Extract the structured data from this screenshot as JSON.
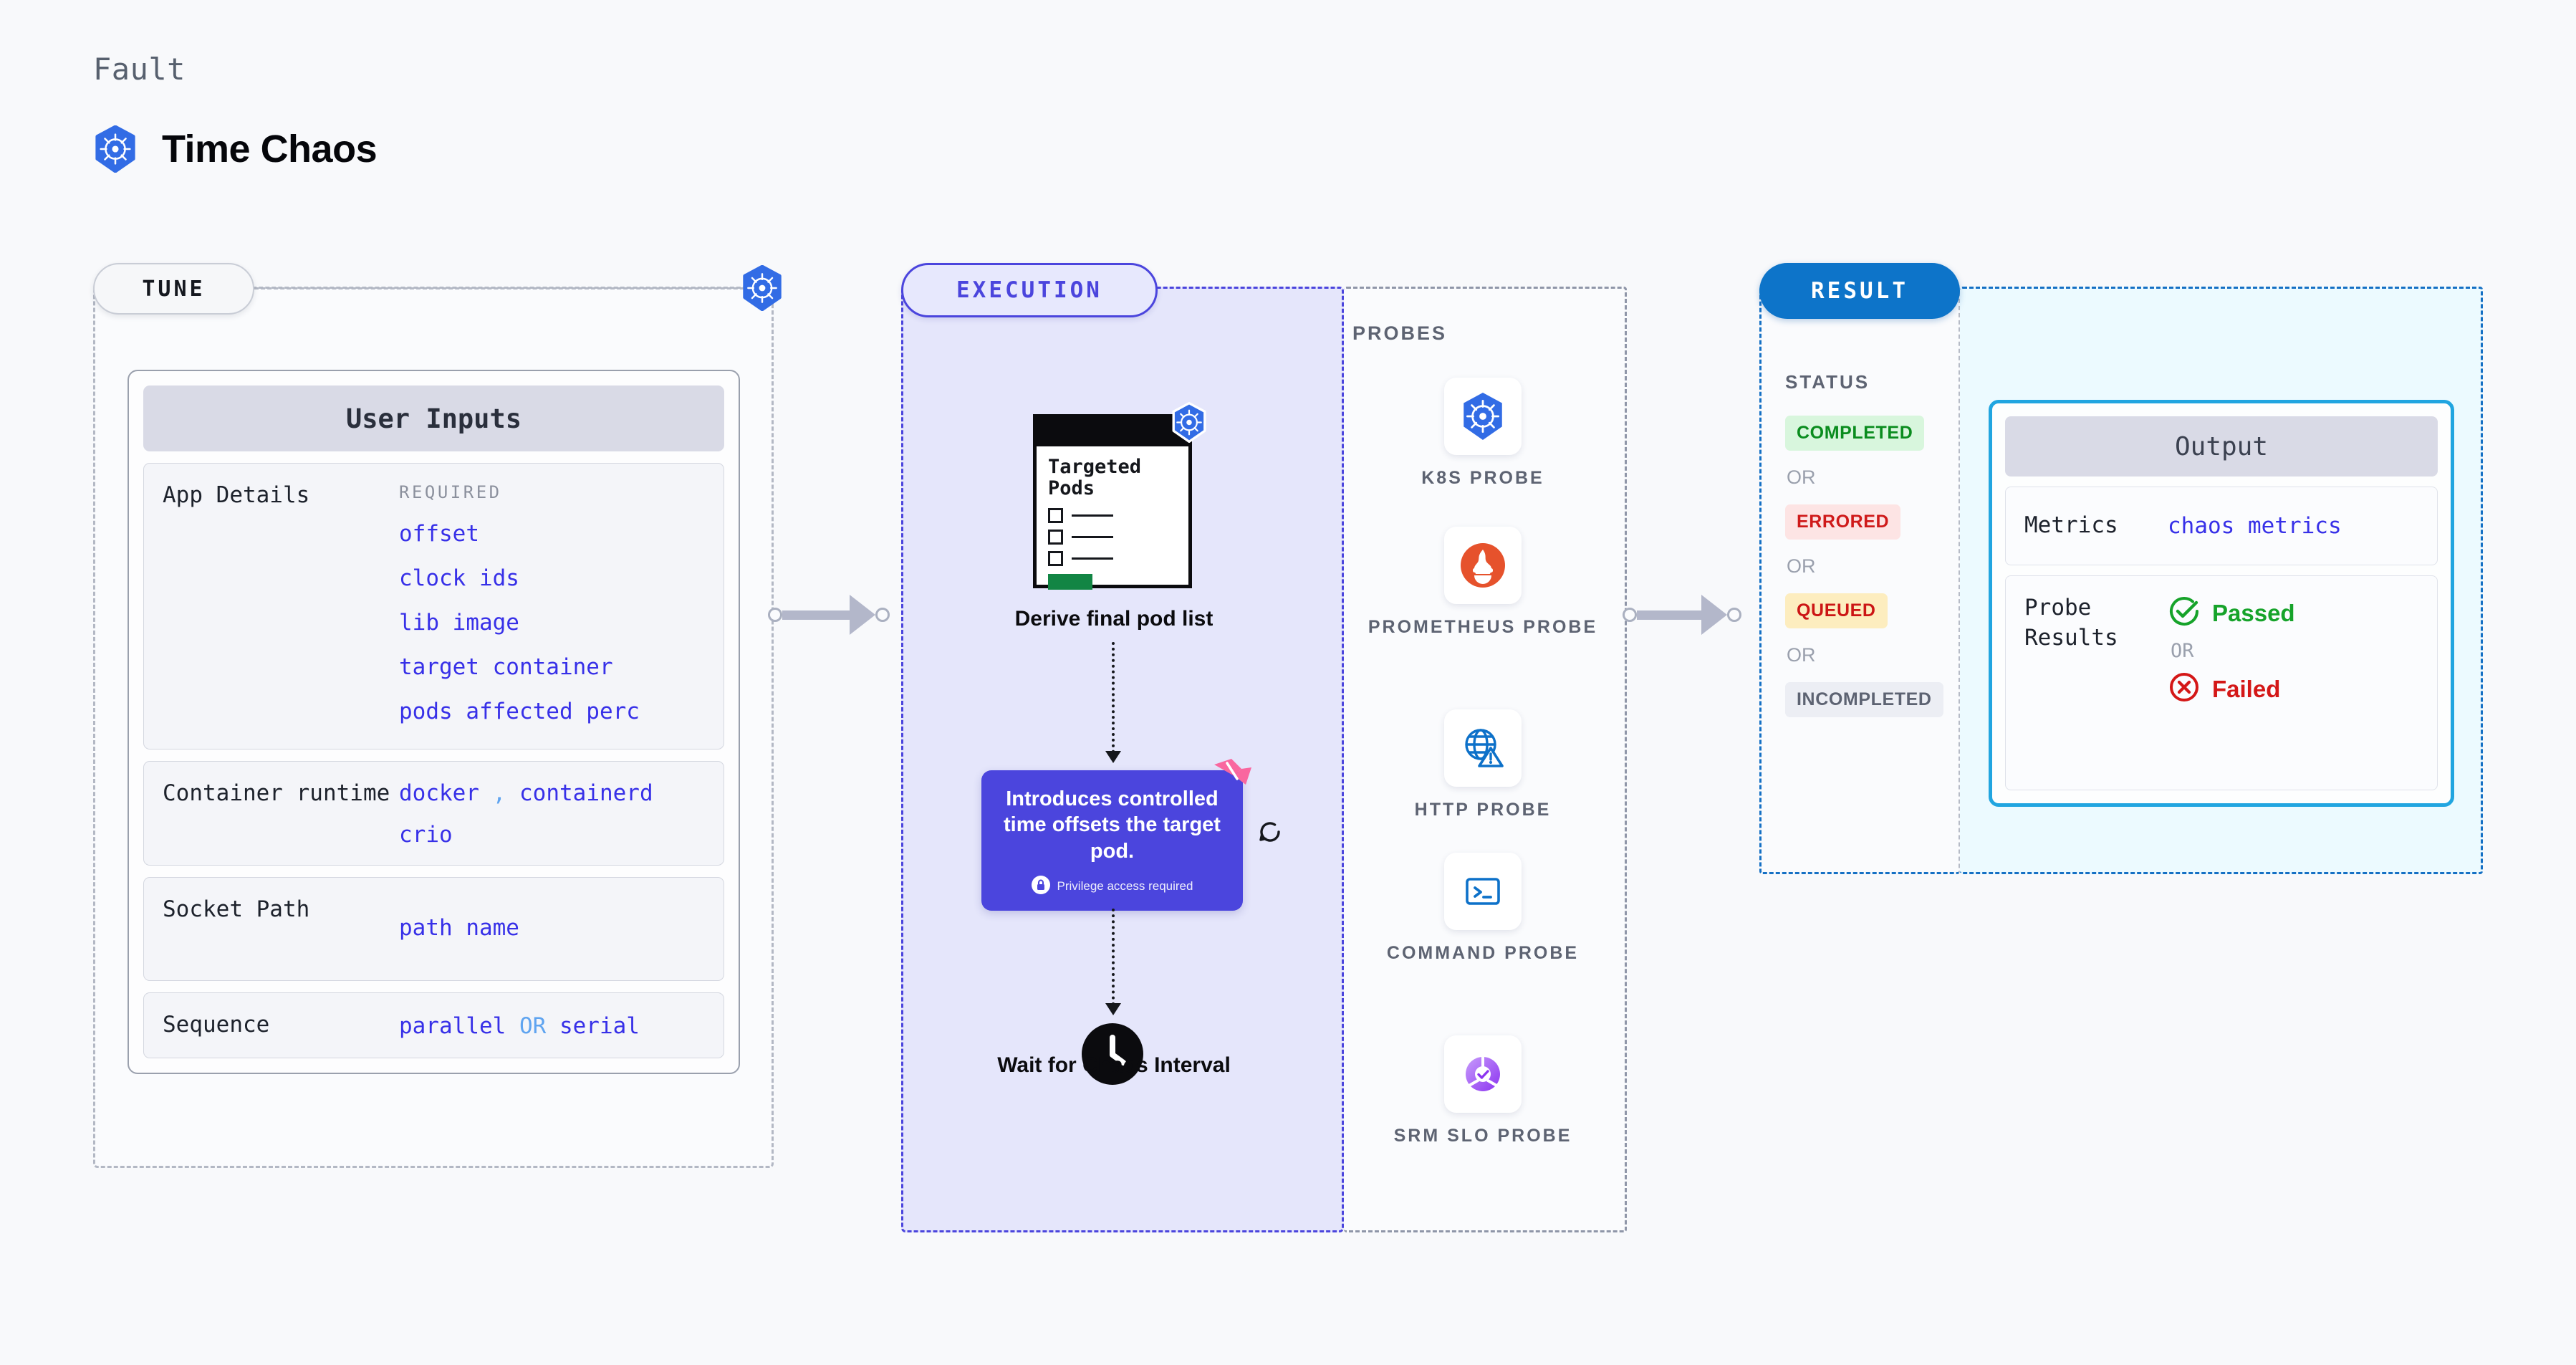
{
  "header": {
    "eyebrow": "Fault",
    "title": "Time Chaos",
    "logo_icon": "kubernetes-icon"
  },
  "stages": {
    "tune": {
      "label": "TUNE"
    },
    "execution": {
      "label": "EXECUTION"
    },
    "result": {
      "label": "RESULT"
    }
  },
  "tune": {
    "card_title": "User Inputs",
    "required_tag": "REQUIRED",
    "rows": [
      {
        "label": "App Details",
        "values": [
          "offset",
          "clock ids",
          "lib image",
          "target container",
          "pods affected perc"
        ]
      },
      {
        "label": "Container runtime",
        "value_a": "docker",
        "separator": ",",
        "value_b": "containerd",
        "value_c": "crio"
      },
      {
        "label": "Socket Path",
        "value": "path name"
      },
      {
        "label": "Sequence",
        "value_a": "parallel",
        "separator": "OR",
        "value_b": "serial"
      }
    ]
  },
  "execution": {
    "pods_card": {
      "title_line1": "Targeted",
      "title_line2": "Pods",
      "badge_icon": "kubernetes-icon"
    },
    "derive_label": "Derive final pod list",
    "description_card": {
      "text": "Introduces controlled time offsets the target pod.",
      "privilege_label": "Privilege access required",
      "privilege_icon": "lock-icon",
      "ribbon_icon": "ribbon-icon"
    },
    "retry_icon": "refresh-icon",
    "wait_label": "Wait for Chaos Interval",
    "wait_icon": "clock-icon"
  },
  "probes": {
    "title": "PROBES",
    "items": [
      {
        "name": "K8S PROBE",
        "icon": "kubernetes-icon"
      },
      {
        "name": "PROMETHEUS PROBE",
        "icon": "prometheus-icon"
      },
      {
        "name": "HTTP PROBE",
        "icon": "globe-warning-icon"
      },
      {
        "name": "COMMAND PROBE",
        "icon": "terminal-icon"
      },
      {
        "name": "SRM SLO PROBE",
        "icon": "slo-donut-icon"
      }
    ]
  },
  "result": {
    "status_title": "STATUS",
    "or_label": "OR",
    "statuses": [
      {
        "label": "COMPLETED",
        "color": "#0a8c1e",
        "bg": "#d8f6dd"
      },
      {
        "label": "ERRORED",
        "color": "#cf1a1a",
        "bg": "#fde4e4"
      },
      {
        "label": "QUEUED",
        "color": "#cc1515",
        "bg": "#fdedbf"
      },
      {
        "label": "INCOMPLETED",
        "color": "#5d6372",
        "bg": "#eceef4"
      }
    ],
    "output": {
      "card_title": "Output",
      "metrics_label": "Metrics",
      "metrics_value": "chaos metrics",
      "probe_label": "Probe Results",
      "passed_label": "Passed",
      "failed_label": "Failed",
      "or_label": "OR",
      "passed_icon": "check-circle-icon",
      "failed_icon": "x-circle-icon"
    }
  }
}
